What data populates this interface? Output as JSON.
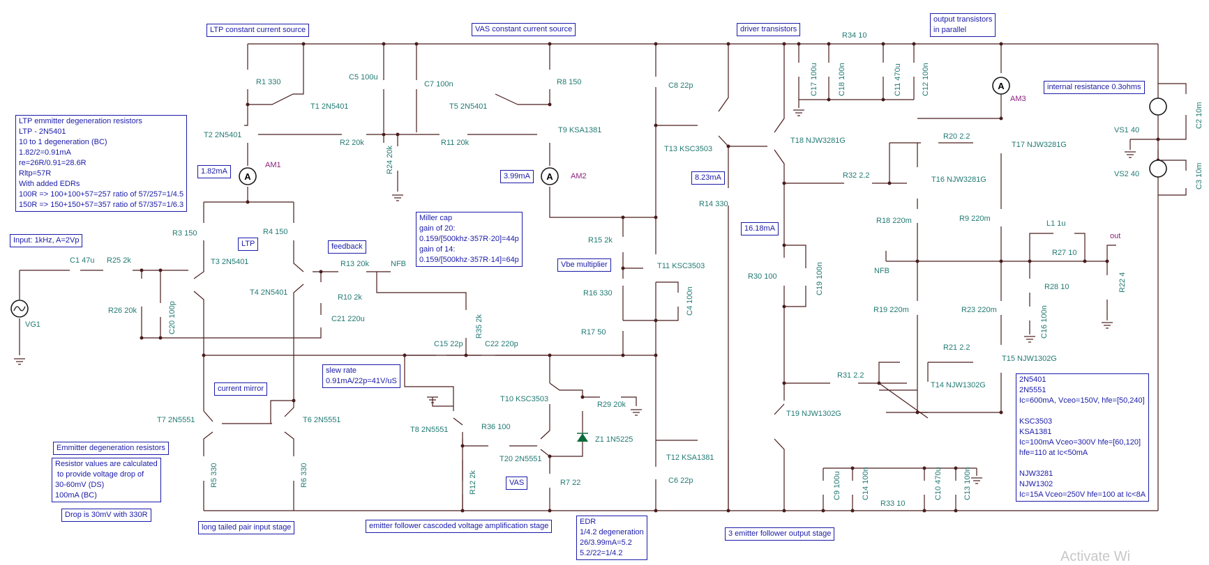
{
  "boxes": {
    "ltp_ccs": "LTP constant current source",
    "vas_ccs": "VAS constant current source",
    "driver": "driver transistors",
    "output_par": [
      "output transistors",
      "in parallel"
    ],
    "internal_res": "internal resistance 0.3ohms",
    "ltp_emitter": [
      "LTP emmitter degeneration resistors",
      "LTP - 2N5401",
      "10 to 1 degeneration (BC)",
      "1.82/2=0.91mA",
      "re=26R/0.91=28.6R",
      "Rltp=57R",
      "With added EDRs",
      "100R => 100+100+57=257 ratio of 57/257=1/4.5",
      "150R => 150+150+57=357 ratio of 57/357=1/6.3"
    ],
    "am1_reading": "1.82mA",
    "am2_reading": "3.99mA",
    "am_vbe_reading": "8.23mA",
    "am3_reading": "16.18mA",
    "input": "Input: 1kHz, A=2Vp",
    "ltp": "LTP",
    "feedback": "feedback",
    "miller": [
      "Miller cap",
      "gain of 20:",
      "0.159/[500khz·357R·20]=44p",
      "gain of 14:",
      "0.159/[500khz·357R·14]=64p"
    ],
    "vbe_mult": "Vbe multiplier",
    "slew": [
      "slew rate",
      "0.91mA/22p=41V/uS"
    ],
    "current_mirror": "current mirror",
    "emitter_degen": "Emmitter degeneration resistors",
    "resistor_values": [
      "Resistor values are calculated",
      " to provide voltage drop of",
      "30-60mV (DS)",
      "100mA (BC)"
    ],
    "drop": "Drop is 30mV with 330R",
    "vas": "VAS",
    "ltp_stage": "long tailed pair input stage",
    "vas_stage": "emitter follower cascoded voltage amplification stage",
    "edr": [
      "EDR",
      "1/4.2 degeneration",
      "26/3.99mA=5.2",
      "5.2/22=1/4.2"
    ],
    "output_stage": "3 emitter follower output stage",
    "specs": [
      "2N5401",
      "2N5551",
      "Ic=600mA, Vceo=150V, hfe=[50,240]",
      "",
      "KSC3503",
      "KSA1381",
      "Ic=100mA Vceo=300V hfe=[60,120]",
      "hfe=110 at Ic<50mA",
      "",
      "NJW3281",
      "NJW1302",
      "Ic=15A Vceo=250V hfe=100 at Ic<8A"
    ]
  },
  "components": {
    "R1": "R1 330",
    "T1": "T1 2N5401",
    "C5": "C5 100u",
    "C7": "C7 100n",
    "T5": "T5 2N5401",
    "R8": "R8 150",
    "C8": "C8 22p",
    "T2": "T2 2N5401",
    "R2": "R2 20k",
    "R24": "R24 20k",
    "R11": "R11 20k",
    "T9": "T9 KSA1381",
    "AM1": "AM1",
    "AM2": "AM2",
    "AM3": "AM3",
    "T13": "T13 KSC3503",
    "T18": "T18 NJW3281G",
    "R34": "R34 10",
    "C17": "C17 100u",
    "C18": "C18 100n",
    "C11": "C11 470u",
    "C12": "C12 100n",
    "VS1": "VS1 40",
    "C2": "C2 10m",
    "VS2": "VS2 40",
    "C3": "C3 10m",
    "T17": "T17 NJW3281G",
    "R20": "R20 2.2",
    "R32": "R32 2.2",
    "T16": "T16 NJW3281G",
    "R14": "R14 330",
    "R18": "R18 220m",
    "R9": "R9 220m",
    "L1": "L1 1u",
    "out": "out",
    "R27": "R27 10",
    "NFB2": "NFB",
    "R28": "R28 10",
    "R22": "R22 4",
    "C16": "C16 100n",
    "R3": "R3 150",
    "R4": "R4 150",
    "T3": "T3 2N5401",
    "C1": "C1 47u",
    "R25": "R25 2k",
    "R13": "R13 20k",
    "NFB1": "NFB",
    "R10": "R10 2k",
    "T4": "T4 2N5401",
    "VG1": "VG1",
    "R26": "R26 20k",
    "C20": "C20 100p",
    "C21": "C21 220u",
    "R35": "R35 2k",
    "R15": "R15 2k",
    "T11": "T11 KSC3503",
    "R16": "R16 330",
    "C4": "C4 100n",
    "R17": "R17 50",
    "R30": "R30 100",
    "C19": "C19 100n",
    "R19": "R19 220m",
    "R23": "R23 220m",
    "R21": "R21 2.2",
    "T15": "T15 NJW1302G",
    "C15": "C15 22p",
    "C22": "C22 220p",
    "T10": "T10 KSC3503",
    "R29": "R29 20k",
    "R31": "R31 2.2",
    "T14": "T14 NJW1302G",
    "T7": "T7 2N5551",
    "T6": "T6 2N5551",
    "T8": "T8 2N5551",
    "R36": "R36 100",
    "Z1": "Z1 1N5225",
    "T19": "T19 NJW1302G",
    "T20": "T20 2N5551",
    "T12": "T12 KSA1381",
    "R5": "R5 330",
    "R6": "R6 330",
    "R12": "R12 2k",
    "R7": "R7 22",
    "C6": "C6 22p",
    "C9": "C9 100u",
    "C14": "C14 100n",
    "C10": "C10 470u",
    "C13": "C13 100n",
    "R33": "R33 10"
  },
  "watermark": "Activate Wi"
}
